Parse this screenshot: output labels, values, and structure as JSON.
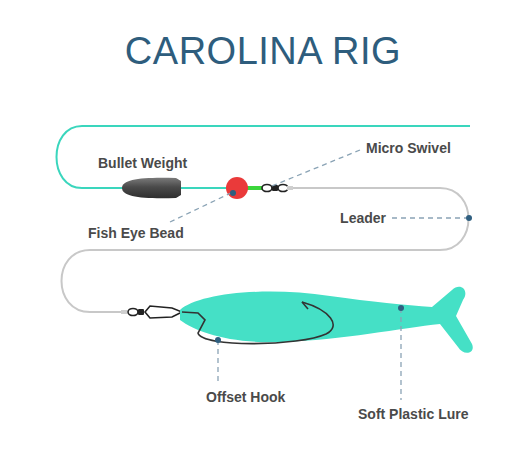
{
  "diagram": {
    "title": "CAROLINA RIG",
    "labels": [
      "Bullet Weight",
      "Micro Swivel",
      "Fish Eye Bead",
      "Leader",
      "Offset Hook",
      "Soft Plastic Lure"
    ]
  }
}
